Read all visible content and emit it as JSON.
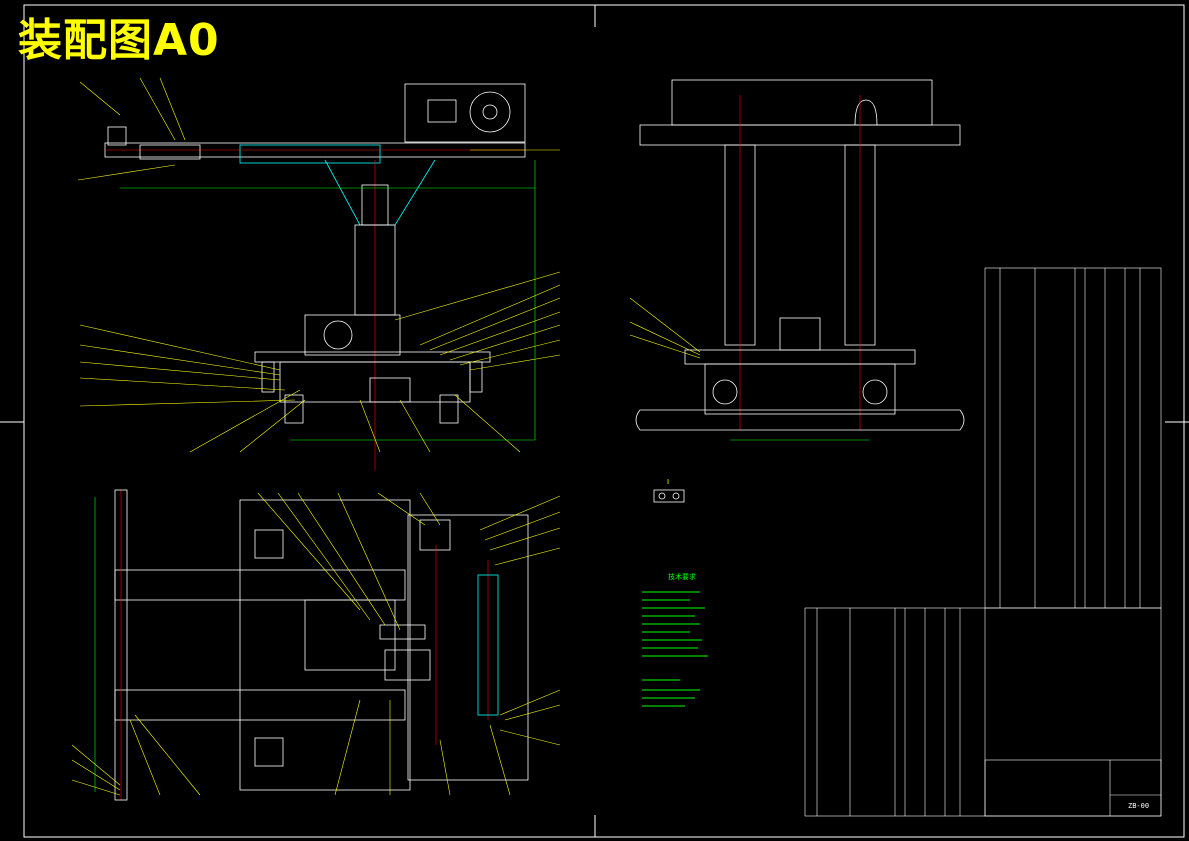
{
  "drawing": {
    "title": "装配图A0",
    "detail_label": "I",
    "tech_requirements_title": "技术要求",
    "drawing_number": "ZB-00"
  },
  "colors": {
    "background": "#000000",
    "frame": "#ffffff",
    "part_outline": "#ffffff",
    "leader": "#ffff00",
    "centerline": "#ff0000",
    "hidden": "#00ffff",
    "dimension": "#00ff00",
    "title_text": "#ffff00"
  }
}
